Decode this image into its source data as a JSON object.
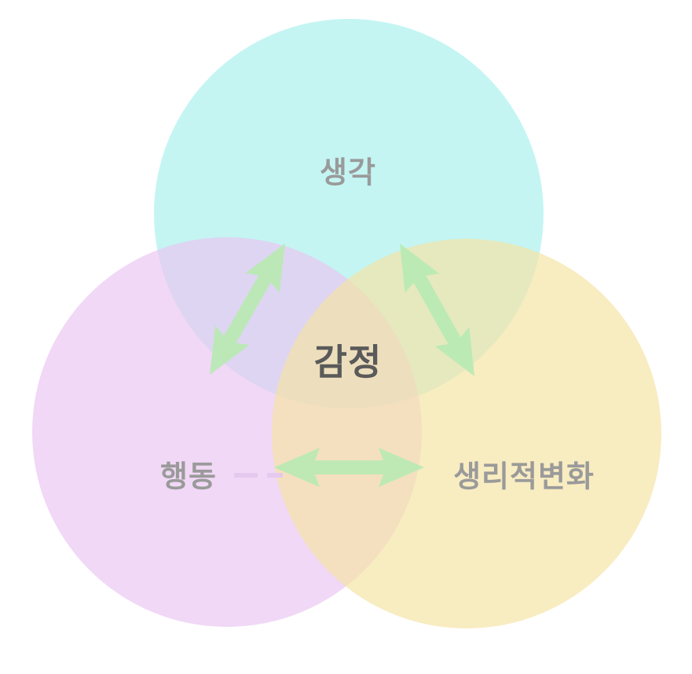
{
  "diagram": {
    "circles": [
      {
        "id": "thought",
        "label": "생각",
        "color": "#a8f0ee"
      },
      {
        "id": "behavior",
        "label": "행동",
        "color": "#ebc6f2"
      },
      {
        "id": "physio",
        "label": "생리적변화",
        "color": "#f4e3a4"
      }
    ],
    "center_label": "감정",
    "arrow_color": "#b9e9b3"
  }
}
